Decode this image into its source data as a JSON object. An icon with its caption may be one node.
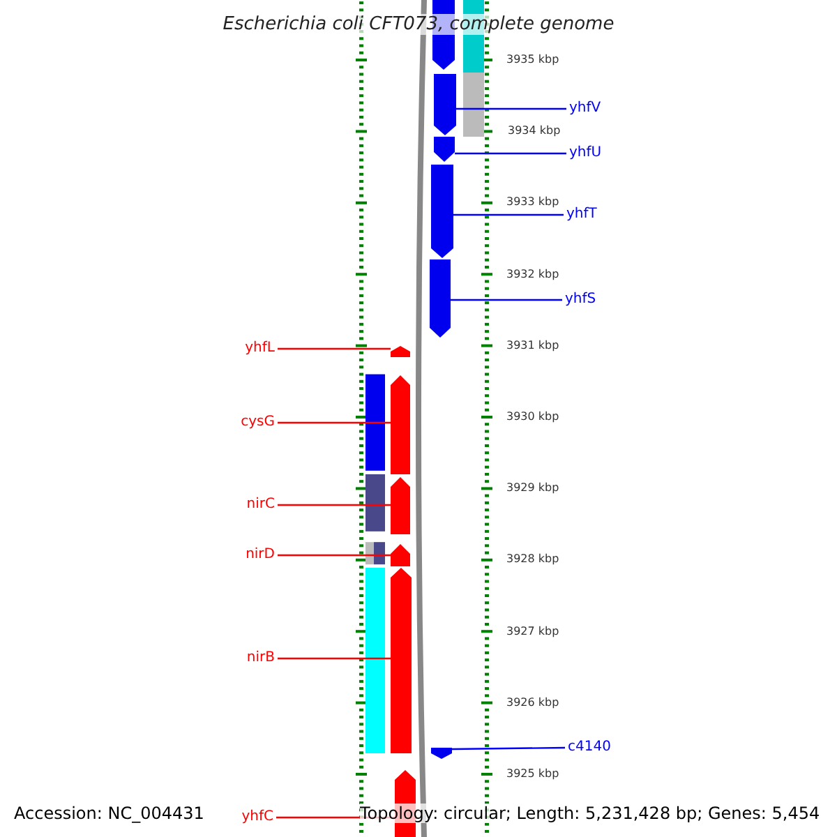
{
  "diagram": {
    "title": "Escherichia coli CFT073, complete genome",
    "nodes": [
      {
        "text": [
          "yhfV"
        ]
      },
      {
        "text": [
          "yhfU"
        ]
      },
      {
        "text": [
          "yhfT"
        ]
      },
      {
        "text": [
          "yhfS"
        ]
      },
      {
        "text": [
          "yhfL"
        ]
      },
      {
        "text": [
          "cysG"
        ]
      },
      {
        "text": [
          "nirC"
        ]
      },
      {
        "text": [
          "nirD"
        ]
      },
      {
        "text": [
          "nirB"
        ]
      },
      {
        "text": [
          "c4140"
        ]
      },
      {
        "text": [
          "yhfC"
        ]
      },
      {
        "text": [],
        "shape": "bar"
      },
      {
        "text": [],
        "shape": "bar"
      },
      {
        "text": [],
        "shape": "bar"
      },
      {
        "text": [],
        "shape": "bar"
      },
      {
        "text": [],
        "shape": "bar"
      },
      {
        "text": [],
        "shape": "bar"
      },
      {
        "text": [],
        "shape": "bar"
      },
      {
        "text": [],
        "shape": "bar"
      },
      {
        "text": [],
        "shape": "bar"
      },
      {
        "text": [],
        "shape": "bar"
      },
      {
        "text": [],
        "shape": "bar"
      },
      {
        "text": [],
        "shape": "bar"
      }
    ],
    "edges": [
      {
        "from": 0,
        "to": 12,
        "arrow": "none",
        "color": "#0000ff"
      },
      {
        "from": 1,
        "to": 13,
        "arrow": "none",
        "color": "#0000ff"
      },
      {
        "from": 2,
        "to": 14,
        "arrow": "none",
        "color": "#0000ff"
      },
      {
        "from": 3,
        "to": 15,
        "arrow": "none",
        "color": "#0000ff"
      },
      {
        "from": 4,
        "to": 17,
        "arrow": "none"
      },
      {
        "from": 5,
        "to": 18,
        "arrow": "none"
      },
      {
        "from": 6,
        "to": 19,
        "arrow": "none"
      },
      {
        "from": 7,
        "to": 20,
        "arrow": "none"
      },
      {
        "from": 8,
        "to": 21,
        "arrow": "none"
      },
      {
        "from": 9,
        "to": 16,
        "arrow": "none",
        "color": "#0000ff"
      },
      {
        "from": 10,
        "to": 22,
        "arrow": "none"
      }
    ],
    "labels": [
      "3935 kbp",
      "3934 kbp",
      "3933 kbp",
      "3932 kbp",
      "3931 kbp",
      "3930 kbp",
      "3929 kbp",
      "3928 kbp",
      "3927 kbp",
      "3926 kbp",
      "3925 kbp",
      "Accession: NC_004431",
      "Topology: circular; Length: 5,231,428 bp; Genes: 5,454"
    ]
  }
}
